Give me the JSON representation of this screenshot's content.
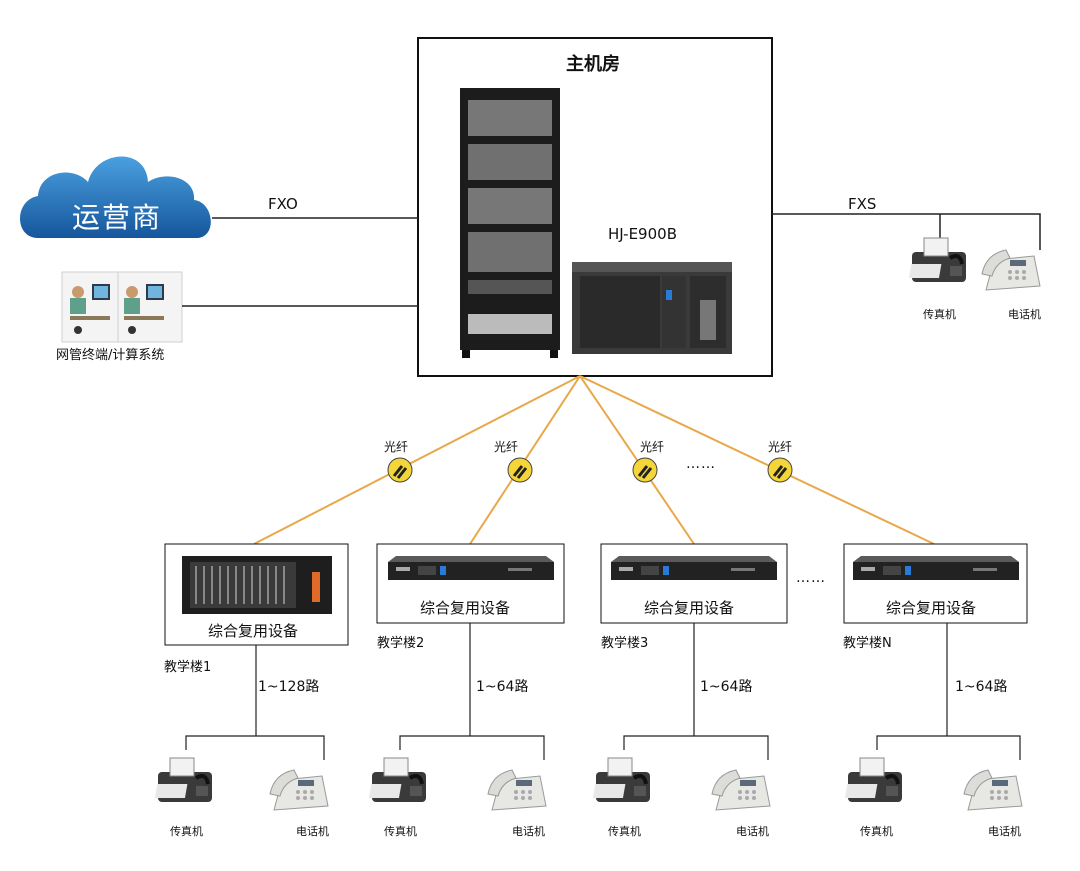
{
  "main_room": {
    "title": "主机房",
    "model": "HJ-E900B"
  },
  "operator": "运营商",
  "management": "网管终端/计算系统",
  "fxo": "FXO",
  "fxs": "FXS",
  "fiber_label": "光纤",
  "ellipsis": "……",
  "mux_label": "综合复用设备",
  "buildings": [
    {
      "name": "教学楼1",
      "lines": "1~128路"
    },
    {
      "name": "教学楼2",
      "lines": "1~64路"
    },
    {
      "name": "教学楼3",
      "lines": "1~64路"
    },
    {
      "name": "教学楼N",
      "lines": "1~64路"
    }
  ],
  "devices": {
    "fax": "传真机",
    "phone": "电话机"
  },
  "colors": {
    "fiber": "#e8a84a",
    "cloud": "#1f6fb6",
    "line": "#222222",
    "connector": "#f5d63a"
  }
}
